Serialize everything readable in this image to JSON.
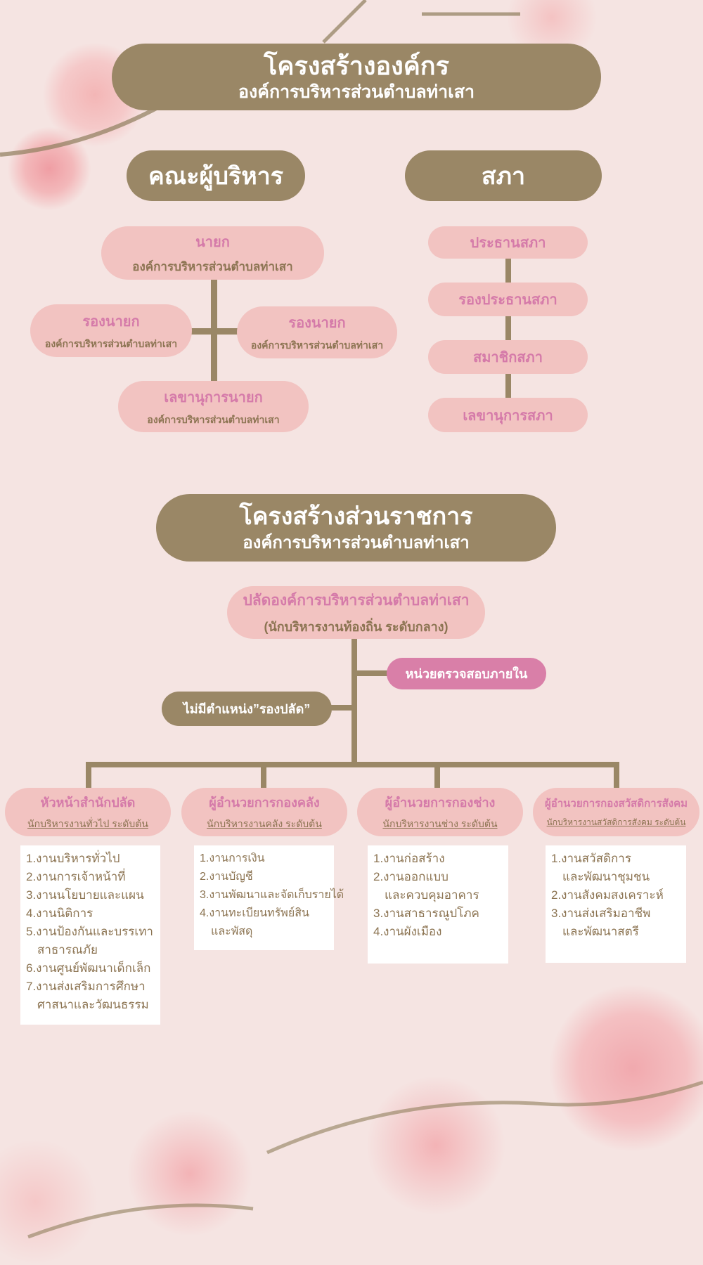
{
  "header": {
    "title": "โครงสร้างองค์กร",
    "subtitle": "องค์การบริหารส่วนตำบลท่าเสา"
  },
  "executives": {
    "heading": "คณะผู้บริหาร",
    "mayor": {
      "title": "นายก",
      "org": "องค์การบริหารส่วนตำบลท่าเสา"
    },
    "deputy_left": {
      "title": "รองนายก",
      "org": "องค์การบริหารส่วนตำบลท่าเสา"
    },
    "deputy_right": {
      "title": "รองนายก",
      "org": "องค์การบริหารส่วนตำบลท่าเสา"
    },
    "secretary": {
      "title": "เลขานุการนายก",
      "org": "องค์การบริหารส่วนตำบลท่าเสา"
    }
  },
  "council": {
    "heading": "สภา",
    "members": [
      "ประธานสภา",
      "รองประธานสภา",
      "สมาชิกสภา",
      "เลขานุการสภา"
    ]
  },
  "admin_header": {
    "title": "โครงสร้างส่วนราชการ",
    "subtitle": "องค์การบริหารส่วนตำบลท่าเสา"
  },
  "clerk": {
    "title": "ปลัดองค์การบริหารส่วนตำบลท่าเสา",
    "level": "(นักบริหารงานท้องถิ่น ระดับกลาง)"
  },
  "internal_audit": "หน่วยตรวจสอบภายใน",
  "no_deputy": "ไม่มีตำแหน่ง”รองปลัด”",
  "divisions": [
    {
      "title": "หัวหน้าสำนักปลัด",
      "level": "นักบริหารงานทั่วไป ระดับต้น",
      "tasks": [
        "1.งานบริหารทั่วไป",
        "2.งานการเจ้าหน้าที่",
        "3.งานนโยบายและแผน",
        "4.งานนิติการ",
        "5.งานป้องกันและบรรเทา",
        "สาธารณภัย",
        "6.งานศูนย์พัฒนาเด็กเล็ก",
        "7.งานส่งเสริมการศึกษา",
        "ศาสนาและวัฒนธรรม"
      ]
    },
    {
      "title": "ผู้อำนวยการกองคลัง",
      "level": "นักบริหารงานคลัง ระดับต้น",
      "tasks": [
        "1.งานการเงิน",
        "2.งานบัญชี",
        "3.งานพัฒนาและจัดเก็บรายได้",
        "4.งานทะเบียนทรัพย์สิน",
        "และพัสดุ"
      ]
    },
    {
      "title": "ผู้อำนวยการกองช่าง",
      "level": "นักบริหารงานช่าง ระดับต้น",
      "tasks": [
        "1.งานก่อสร้าง",
        "2.งานออกแบบ",
        "และควบคุมอาคาร",
        "3.งานสาธารณูปโภค",
        "4.งานผังเมือง"
      ]
    },
    {
      "title": "ผู้อำนวยการกองสวัสดิการสังคม",
      "level": "นักบริหารงานสวัสดิการสังคม ระดับต้น",
      "tasks": [
        "1.งานสวัสดิการ",
        "และพัฒนาชุมชน",
        "2.งานสังคมสงเคราะห์",
        "3.งานส่งเสริมอาชีพ",
        "และพัฒนาสตรี"
      ]
    }
  ],
  "colors": {
    "brown": "#9a8766",
    "pill_pink": "#f2c3c1",
    "text_pink": "#d57aa9",
    "text_brown": "#8c7452",
    "audit": "#d97fa8",
    "background": "#f5e4e2"
  }
}
